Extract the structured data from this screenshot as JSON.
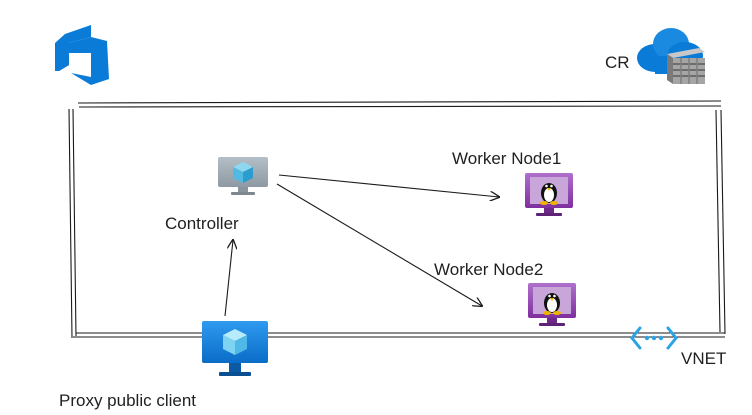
{
  "labels": {
    "container_registry": "CR",
    "controller": "Controller",
    "worker1": "Worker Node1",
    "worker2": "Worker Node2",
    "proxy": "Proxy public client",
    "vnet": "VNET"
  },
  "icons": {
    "devops": "azure-devops-icon",
    "registry": "container-registry-icon",
    "controller": "virtual-machine-icon",
    "worker1": "linux-vm-icon",
    "worker2": "linux-vm-icon",
    "proxy": "virtual-machine-icon",
    "vnet": "virtual-network-icon"
  },
  "colors": {
    "azure_blue": "#0a7bd6",
    "vm_gray": "#9aa5ae",
    "vm_purple": "#8a3ea8",
    "line": "#1a1a1a"
  }
}
